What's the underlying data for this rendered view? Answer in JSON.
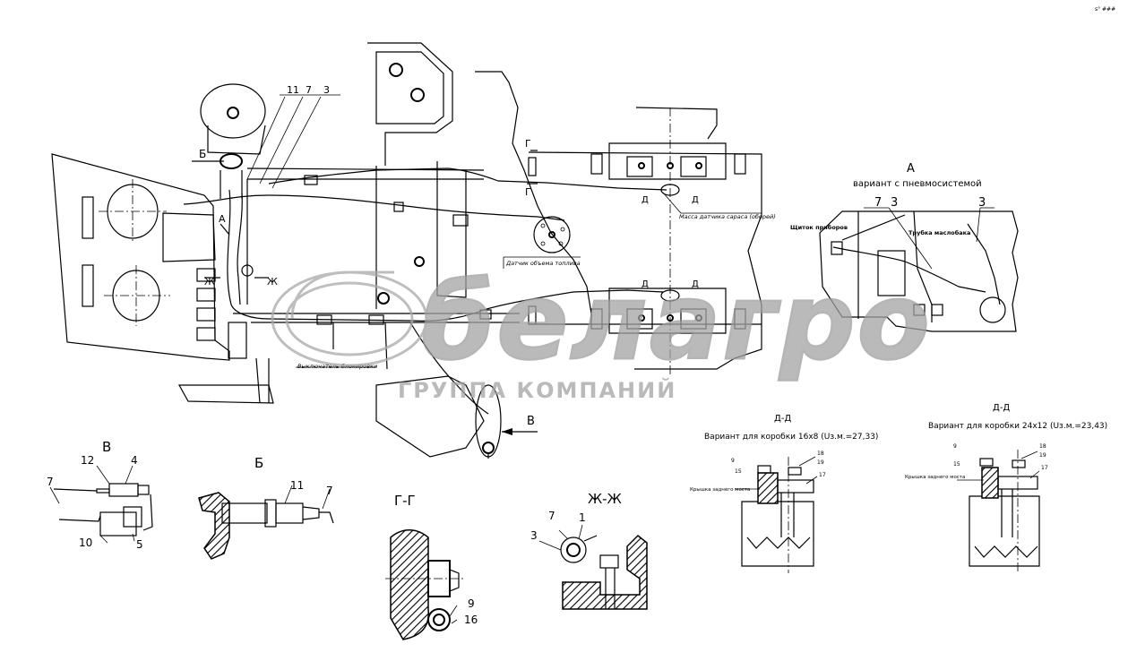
{
  "corner_mark": "s° ###",
  "watermark": {
    "brand": "белагро",
    "tagline": "ГРУППА КОМПАНИЙ"
  },
  "main_view": {
    "callouts": [
      "11",
      "7",
      "3"
    ],
    "section_marks": {
      "b": "Б",
      "a": "А",
      "zh_left": "Ж",
      "zh_right": "Ж",
      "g_top": "Г",
      "g_bottom": "Г",
      "d_top_left": "Д",
      "d_top_right": "Д",
      "d_bottom_left": "Д",
      "d_bottom_right": "Д",
      "v": "В"
    },
    "labels": {
      "fuel_sensor_ground": "Масса датчика сараса (оборей)",
      "fuel_level_sensor": "Датчик объема топлива",
      "gearbox_switch": "Выключатель блокировки"
    }
  },
  "view_a": {
    "title": "А",
    "subtitle": "вариант с пневмосистемой",
    "callouts": [
      "7",
      "3",
      "3"
    ],
    "labels": {
      "instrument_panel": "Щиток приборов",
      "oil_pipe": "Трубка маслобака"
    }
  },
  "view_v": {
    "title": "В",
    "callouts": [
      "12",
      "4",
      "7",
      "10",
      "5"
    ]
  },
  "view_b": {
    "title": "Б",
    "callouts": [
      "11",
      "7"
    ]
  },
  "view_gg": {
    "title": "Г-Г",
    "callouts": [
      "9",
      "16"
    ]
  },
  "view_zhzh": {
    "title": "Ж-Ж",
    "callouts": [
      "7",
      "1",
      "3"
    ]
  },
  "view_dd_16x8": {
    "title": "Д-Д",
    "subtitle": "Вариант для коробки 16x8 (Uз.м.=27,33)",
    "callouts": [
      "9",
      "15",
      "18",
      "19",
      "17"
    ],
    "label": "Крышка заднего моста"
  },
  "view_dd_24x12": {
    "title": "Д-Д",
    "subtitle": "Вариант для коробки 24x12 (Uз.м.=23,43)",
    "callouts": [
      "9",
      "15",
      "18",
      "19",
      "17"
    ],
    "label": "Крышка заднего моста"
  }
}
